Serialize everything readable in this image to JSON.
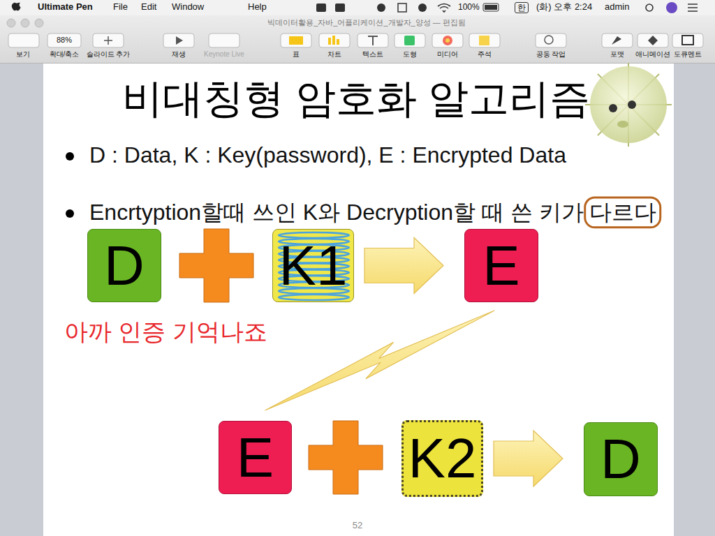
{
  "diagram": {
    "title": "비대칭형 암호화 알고리즘",
    "nodes": [
      {
        "text": [
          "D"
        ]
      },
      {
        "text": [
          "K1"
        ]
      },
      {
        "text": [
          "E"
        ]
      },
      {
        "text": [
          "E"
        ]
      },
      {
        "text": [
          "K2"
        ]
      },
      {
        "text": [
          "D"
        ]
      }
    ],
    "edges": [
      {
        "from": 1,
        "to": 2,
        "arrow": "to"
      },
      {
        "from": 2,
        "to": 3,
        "arrow": "none"
      },
      {
        "from": 4,
        "to": 5,
        "arrow": "to"
      }
    ],
    "labels": [
      "Ultimate Pen",
      "File",
      "Edit",
      "Window",
      "Help",
      "100%",
      "한",
      "(화) 오후 2:24",
      "admin",
      "빅데이터활용_자바_어플리케이션_개발자_양성 — 편집됨",
      "88%",
      "보기",
      "확대/축소",
      "슬라이드 추가",
      "재생",
      "Keynote Live",
      "표",
      "차트",
      "텍스트",
      "도형",
      "미디어",
      "주석",
      "공동 작업",
      "포맷",
      "애니메이션",
      "도큐멘트",
      "D : Data, K : Key(password), E : Encrypted Data",
      "Encrtyption할때 쓰인 K와 Decryption할 때 쓴 키가",
      "다르다",
      "아까 인증 기억나죠",
      "52"
    ]
  }
}
